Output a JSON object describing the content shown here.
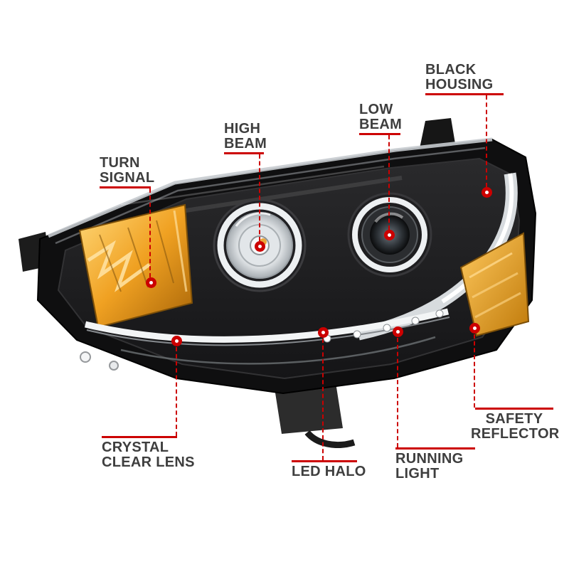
{
  "page": {
    "background": "#ffffff"
  },
  "colors": {
    "accent": "#cc0000",
    "label_text": "#3e3e3e",
    "amber": "#f0a122",
    "housing_black": "#0f0f10",
    "halo_white": "#edf0f2"
  },
  "callouts": [
    {
      "id": "turn-signal",
      "lines": [
        "TURN",
        "SIGNAL"
      ]
    },
    {
      "id": "high-beam",
      "lines": [
        "HIGH",
        "BEAM"
      ]
    },
    {
      "id": "low-beam",
      "lines": [
        "LOW",
        "BEAM"
      ]
    },
    {
      "id": "black-housing",
      "lines": [
        "BLACK",
        "HOUSING"
      ]
    },
    {
      "id": "crystal-clear-lens",
      "lines": [
        "CRYSTAL",
        "CLEAR LENS"
      ]
    },
    {
      "id": "led-halo",
      "lines": [
        "LED HALO"
      ]
    },
    {
      "id": "running-light",
      "lines": [
        "RUNNING",
        "LIGHT"
      ]
    },
    {
      "id": "safety-reflector",
      "lines": [
        "SAFETY",
        "REFLECTOR"
      ]
    }
  ]
}
